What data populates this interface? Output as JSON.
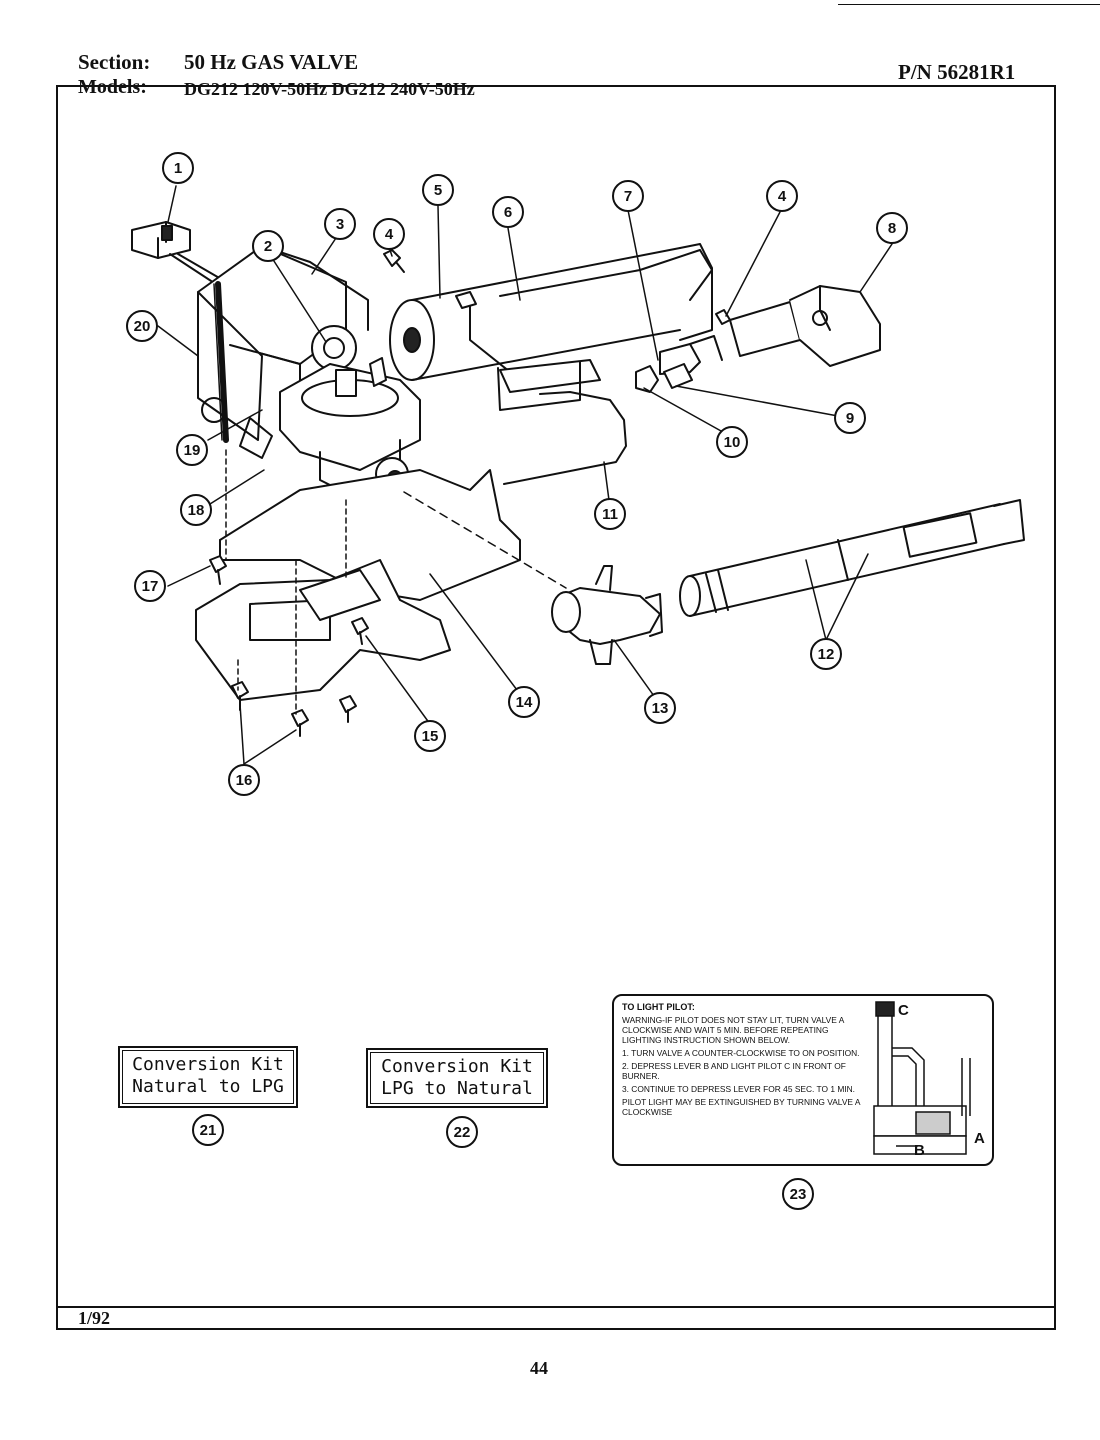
{
  "header": {
    "section_label": "Section:",
    "section_value": "50 Hz GAS VALVE",
    "part_number": "P/N 56281R1",
    "models_label": "Models:",
    "models_value": "DG212  120V-50Hz  DG212  240V-50Hz"
  },
  "callouts": [
    "1",
    "2",
    "3",
    "4",
    "5",
    "6",
    "7",
    "4",
    "8",
    "20",
    "10",
    "9",
    "19",
    "11",
    "18",
    "17",
    "14",
    "12",
    "13",
    "15",
    "16",
    "21",
    "22",
    "23"
  ],
  "kits": {
    "kit21": {
      "line1": "Conversion Kit",
      "line2": "Natural to LPG"
    },
    "kit22": {
      "line1": "Conversion Kit",
      "line2": "LPG to Natural"
    }
  },
  "pilot_label": {
    "title": "TO LIGHT PILOT:",
    "warning": "WARNING-IF PILOT DOES NOT STAY LIT, TURN VALVE A CLOCKWISE AND WAIT 5 MIN. BEFORE REPEATING LIGHTING INSTRUCTION SHOWN BELOW.",
    "step1": "1. TURN VALVE A COUNTER-CLOCKWISE TO ON POSITION.",
    "step2": "2. DEPRESS LEVER B AND LIGHT PILOT C IN FRONT OF BURNER.",
    "step3": "3. CONTINUE TO DEPRESS LEVER FOR 45 SEC. TO 1 MIN.",
    "note": "PILOT LIGHT MAY BE EXTINGUISHED BY TURNING VALVE A CLOCKWISE",
    "mark_c": "C",
    "mark_a": "A",
    "mark_b": "B"
  },
  "footer": {
    "date": "1/92",
    "page": "44"
  }
}
